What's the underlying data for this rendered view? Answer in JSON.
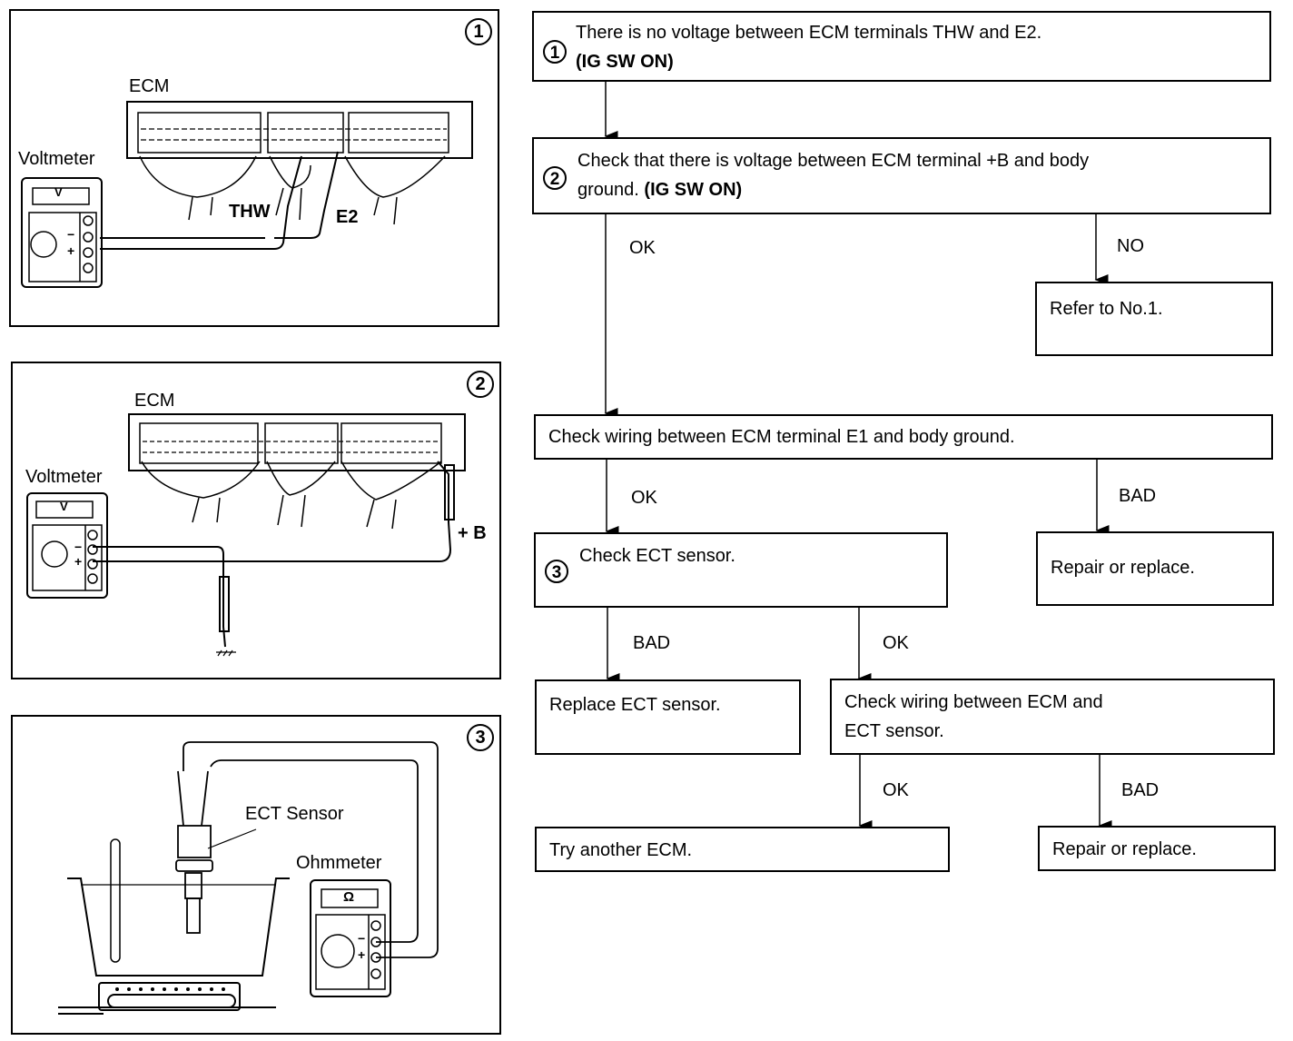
{
  "panels": [
    {
      "number": "1",
      "labels": {
        "unit": "ECM",
        "meter": "Voltmeter",
        "meter_display": "V",
        "probe_a": "THW",
        "probe_b": "E2",
        "minus": "−",
        "plus": "+"
      }
    },
    {
      "number": "2",
      "labels": {
        "unit": "ECM",
        "meter": "Voltmeter",
        "meter_display": "V",
        "probe_a": "+ B",
        "minus": "−",
        "plus": "+"
      }
    },
    {
      "number": "3",
      "labels": {
        "sensor": "ECT Sensor",
        "meter": "Ohmmeter",
        "meter_display": "Ω",
        "minus": "−",
        "plus": "+"
      }
    }
  ],
  "flowchart": {
    "step1": {
      "num": "1",
      "text": "There is no voltage between ECM terminals THW and E2.",
      "condition": "(IG SW ON)"
    },
    "step2": {
      "num": "2",
      "text": "Check that there is voltage between ECM terminal +B and body",
      "text2": "ground.",
      "condition": "(IG SW ON)"
    },
    "refer": {
      "text": "Refer to No.1."
    },
    "wiring_e1": {
      "text": "Check wiring between ECM terminal E1 and body ground."
    },
    "step3": {
      "num": "3",
      "text": "Check  ECT sensor."
    },
    "repair1": {
      "text": "Repair or replace."
    },
    "replace_ect": {
      "text": "Replace  ECT sensor."
    },
    "wiring_ect": {
      "text": "Check wiring between ECM and",
      "text2": "ECT sensor."
    },
    "try_ecm": {
      "text": "Try another ECM."
    },
    "repair2": {
      "text": "Repair or replace."
    },
    "edges": {
      "s2_ok": "OK",
      "s2_no": "NO",
      "e1_ok": "OK",
      "e1_bad": "BAD",
      "s3_bad": "BAD",
      "s3_ok": "OK",
      "w_ok": "OK",
      "w_bad": "BAD"
    }
  }
}
